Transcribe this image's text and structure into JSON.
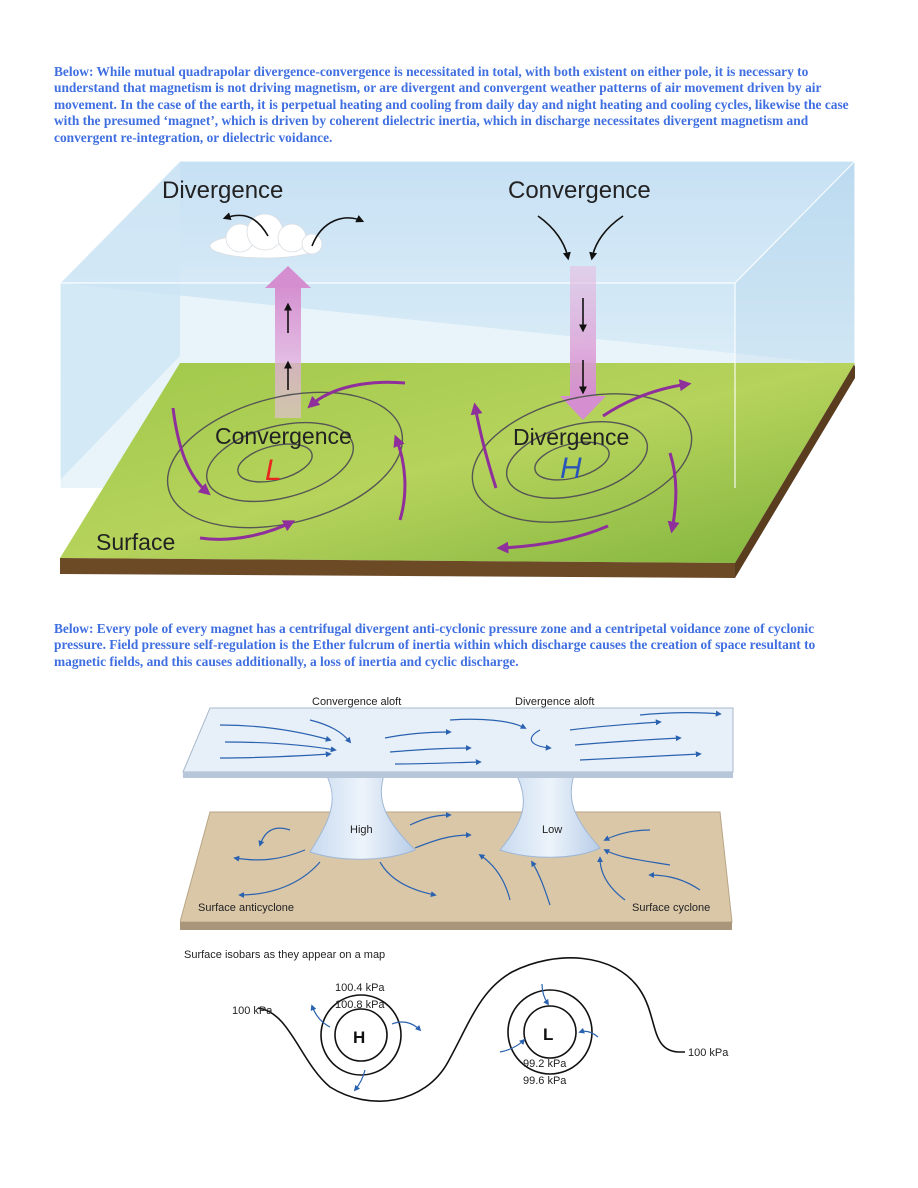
{
  "captions": {
    "first": "Below: While mutual quadrapolar divergence-convergence is necessitated in total, with both existent on either pole, it is necessary to understand that magnetism is not driving magnetism, or are divergent and convergent weather patterns of air movement driven by air movement. In the case of the earth, it is perpetual heating and cooling from daily day and night heating and cooling cycles, likewise the case with the presumed ‘magnet’, which is driven by coherent dielectric inertia, which in discharge necessitates divergent magnetism and convergent re-integration, or dielectric voidance.",
    "second": "Below: Every pole of every magnet has a centrifugal divergent anti-cyclonic pressure zone and a centripetal voidance zone of cyclonic pressure. Field pressure self-regulation is the Ether fulcrum of inertia within which discharge causes the creation of space resultant to magnetic fields, and this causes additionally, a loss of inertia and cyclic discharge."
  },
  "diagram1": {
    "divergence_top": "Divergence",
    "convergence_top": "Convergence",
    "convergence_surface": "Convergence",
    "divergence_surface": "Divergence",
    "low_letter": "L",
    "high_letter": "H",
    "surface_label": "Surface",
    "colors": {
      "low": "#e8281e",
      "high": "#2a55b8",
      "arrow": "#8e2f9b",
      "column": "#d79ad2"
    }
  },
  "diagram2": {
    "convergence_aloft": "Convergence aloft",
    "divergence_aloft": "Divergence aloft",
    "high_label": "High",
    "low_label": "Low",
    "surface_anticyclone": "Surface anticyclone",
    "surface_cyclone": "Surface cyclone"
  },
  "diagram3": {
    "title": "Surface isobars as they appear on a map",
    "left_isobar": "100 kPa",
    "right_isobar": "100 kPa",
    "high_outer": "100.4 kPa",
    "high_inner": "100.8 kPa",
    "high_letter": "H",
    "low_letter": "L",
    "low_inner": "99.2 kPa",
    "low_outer": "99.6 kPa"
  }
}
